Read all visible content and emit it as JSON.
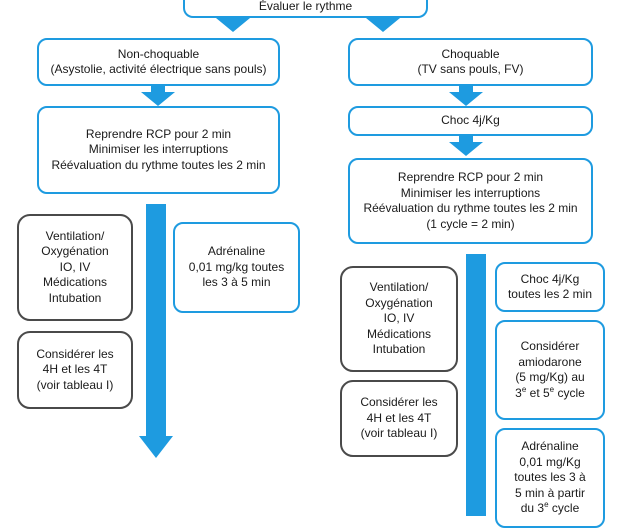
{
  "top_box": {
    "label": "Évaluer le rythme"
  },
  "non_shockable": {
    "title": [
      "Non-choquable",
      "(Asystolie, activité électrique sans pouls)"
    ],
    "cpr": [
      "Reprendre RCP pour 2 min",
      "Minimiser les interruptions",
      "Réévaluation du rythme toutes les 2 min"
    ],
    "support": [
      "Ventilation/",
      "Oxygénation",
      "IO, IV",
      "Médications",
      "Intubation"
    ],
    "causes": [
      "Considérer les",
      "4H et les 4T",
      "(voir tableau I)"
    ],
    "adrenaline": [
      "Adrénaline",
      "0,01 mg/kg toutes",
      "les 3 à 5 min"
    ]
  },
  "shockable": {
    "title": [
      "Choquable",
      "(TV sans pouls, FV)"
    ],
    "shock": "Choc 4j/Kg",
    "cpr": [
      "Reprendre RCP pour 2 min",
      "Minimiser les interruptions",
      "Réévaluation du rythme toutes les 2 min",
      "(1 cycle = 2 min)"
    ],
    "support": [
      "Ventilation/",
      "Oxygénation",
      "IO, IV",
      "Médications",
      "Intubation"
    ],
    "causes": [
      "Considérer les",
      "4H et les 4T",
      "(voir tableau I)"
    ],
    "shock_repeat": [
      "Choc 4j/Kg",
      "toutes les 2 min"
    ],
    "amiodarone": {
      "lines": [
        "Considérer",
        "amiodarone",
        "(5 mg/Kg) au"
      ],
      "line4_a": "3",
      "line4_sup_a": "e",
      "line4_b": " et 5",
      "line4_sup_b": "e",
      "line4_c": " cycle"
    },
    "adrenaline": {
      "lines": [
        "Adrénaline",
        "0,01 mg/Kg",
        "toutes  les 3 à",
        "5 min à partir"
      ],
      "line5_a": "du 3",
      "line5_sup": "e",
      "line5_b": " cycle"
    }
  },
  "colors": {
    "accent": "#1e9be0",
    "border_dark": "#4a4a4a"
  }
}
